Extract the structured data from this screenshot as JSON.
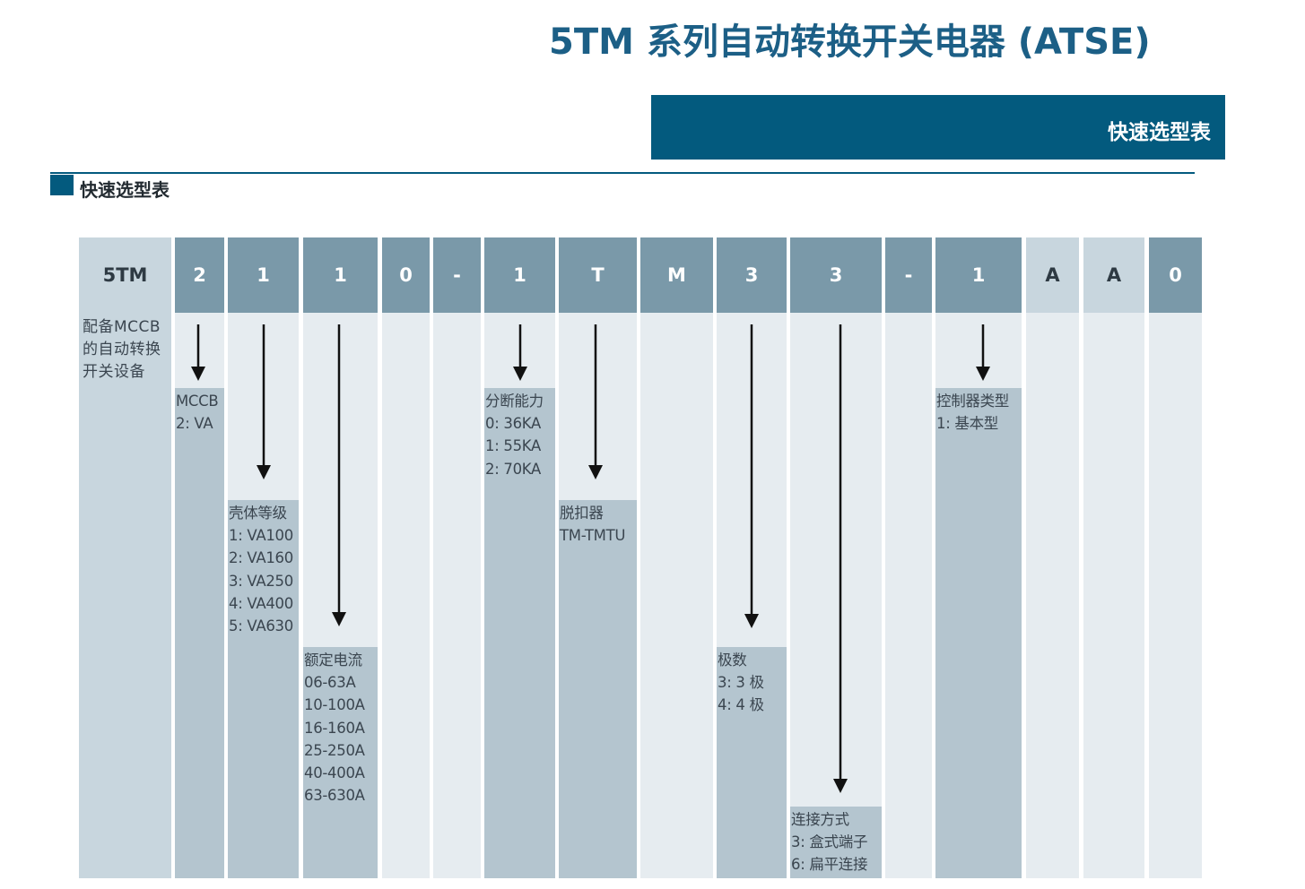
{
  "title": "5TM 系列自动转换开关电器 (ATSE)",
  "banner": "快速选型表",
  "section_title": "快速选型表",
  "code": {
    "prefix": "5TM",
    "prefix_desc": "配备MCCB\n的自动转换\n开关设备",
    "digits": [
      "2",
      "1",
      "1",
      "0",
      "-",
      "1",
      "T",
      "M",
      "3",
      "3",
      "-",
      "1",
      "A",
      "A",
      "0"
    ]
  },
  "descriptions": {
    "mccb": "MCCB\n2: VA",
    "frame": "壳体等级\n1: VA100\n2: VA160\n3: VA250\n4: VA400\n5: VA630",
    "current": "额定电流\n06-63A\n10-100A\n16-160A\n25-250A\n40-400A\n63-630A",
    "breaking": "分断能力\n0: 36KA\n1: 55KA\n2: 70KA",
    "trip": "脱扣器\nTM-TMTU",
    "poles": "极数\n3: 3 极\n4: 4 极",
    "connection": "连接方式\n3: 盒式端子\n6: 扁平连接",
    "controller": "控制器类型\n1: 基本型"
  },
  "colors": {
    "accent": "#035a7e",
    "title": "#1c5f86",
    "header_dark": "#7a99a9",
    "header_light": "#c8d6de",
    "column_light": "#e6ecf0",
    "desc_fill": "#b4c5cf"
  }
}
